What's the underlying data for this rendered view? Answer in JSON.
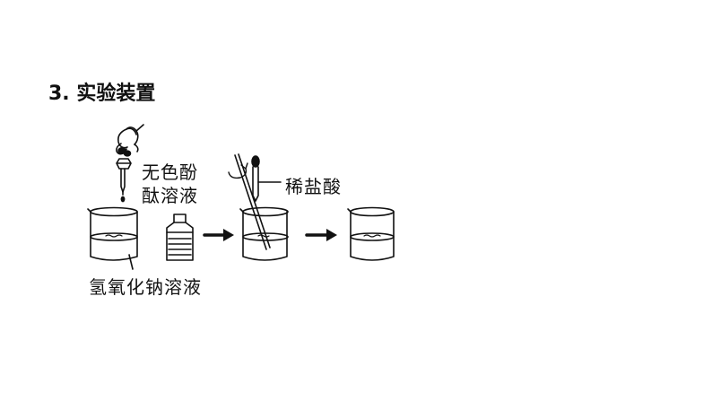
{
  "heading": "3. 实验装置",
  "labels": {
    "indicator_line1": "无色酚",
    "indicator_line2": "酞溶液",
    "acid": "稀盐酸",
    "base_solution": "氢氧化钠溶液"
  },
  "icons": [
    "dropper-hand-icon",
    "beaker-icon",
    "reagent-bottle-icon",
    "stirring-rod-icon",
    "arrow-right-icon",
    "acid-dropper-icon"
  ]
}
